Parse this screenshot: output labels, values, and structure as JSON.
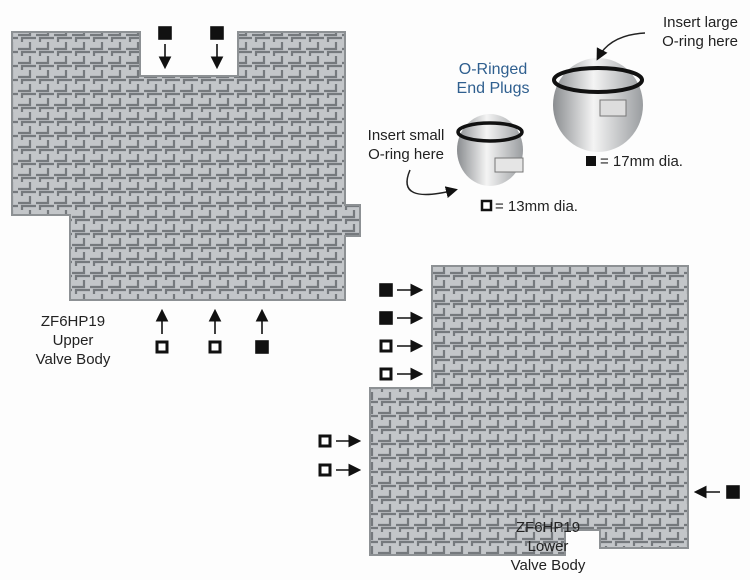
{
  "title": {
    "line1": "O-Ringed",
    "line2": "End Plugs"
  },
  "callouts": {
    "large": {
      "line1": "Insert large",
      "line2": "O-ring here"
    },
    "small": {
      "line1": "Insert small",
      "line2": "O-ring here"
    }
  },
  "legend": {
    "large": "= 17mm dia.",
    "small": "= 13mm dia."
  },
  "upper_body": {
    "line1": "ZF6HP19",
    "line2": "Upper",
    "line3": "Valve Body"
  },
  "lower_body": {
    "line1": "ZF6HP19",
    "line2": "Lower",
    "line3": "Valve Body"
  },
  "colors": {
    "metal": "#b9bcbf",
    "channel": "#6e7276",
    "title_blue": "#2f5f8f",
    "marker": "#111111"
  }
}
